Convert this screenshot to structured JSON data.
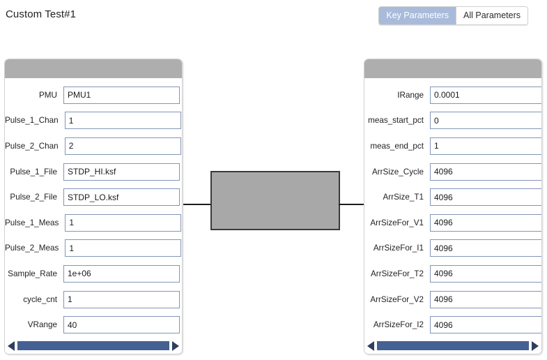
{
  "header": {
    "title": "Custom Test#1",
    "toggle": {
      "key_parameters_label": "Key Parameters",
      "all_parameters_label": "All Parameters",
      "active": "Key Parameters",
      "active_bg": "#a9bbda",
      "active_text_color": "#ffffff",
      "inactive_bg": "#ffffff"
    }
  },
  "colors": {
    "panel_header": "#aeaeae",
    "input_border": "#8295b5",
    "scrollbar_thumb": "#456092",
    "scrollbar_arrow": "#2f3e5c",
    "device_block_fill": "#a8a8a8",
    "device_block_border": "#3a3a3a",
    "wire": "#1c1c1c",
    "page_background": "#ffffff"
  },
  "left_panel": {
    "rows": [
      {
        "label": "PMU",
        "value": "PMU1"
      },
      {
        "label": "Pulse_1_Chan",
        "value": "1"
      },
      {
        "label": "Pulse_2_Chan",
        "value": "2"
      },
      {
        "label": "Pulse_1_File",
        "value": "STDP_HI.ksf"
      },
      {
        "label": "Pulse_2_File",
        "value": "STDP_LO.ksf"
      },
      {
        "label": "Pulse_1_Meas",
        "value": "1"
      },
      {
        "label": "Pulse_2_Meas",
        "value": "1"
      },
      {
        "label": "Sample_Rate",
        "value": "1e+06"
      },
      {
        "label": "cycle_cnt",
        "value": "1"
      },
      {
        "label": "VRange",
        "value": "40"
      }
    ],
    "scrollbar": {
      "left_arrow_icon": "triangle-left-icon",
      "right_arrow_icon": "triangle-right-icon",
      "thumb_width_pct": 100
    }
  },
  "right_panel": {
    "rows": [
      {
        "label": "IRange",
        "value": "0.0001"
      },
      {
        "label": "meas_start_pct",
        "value": "0"
      },
      {
        "label": "meas_end_pct",
        "value": "1"
      },
      {
        "label": "ArrSize_Cycle",
        "value": "4096"
      },
      {
        "label": "ArrSize_T1",
        "value": "4096"
      },
      {
        "label": "ArrSizeFor_V1",
        "value": "4096"
      },
      {
        "label": "ArrSizeFor_I1",
        "value": "4096"
      },
      {
        "label": "ArrSizeFor_T2",
        "value": "4096"
      },
      {
        "label": "ArrSizeFor_V2",
        "value": "4096"
      },
      {
        "label": "ArrSizeFor_I2",
        "value": "4096"
      }
    ],
    "scrollbar": {
      "left_arrow_icon": "triangle-left-icon",
      "right_arrow_icon": "triangle-right-icon",
      "thumb_width_pct": 100
    }
  },
  "diagram": {
    "device_block_label": "",
    "left_wire_icon": "connector-wire-icon",
    "right_wire_icon": "connector-wire-icon"
  }
}
